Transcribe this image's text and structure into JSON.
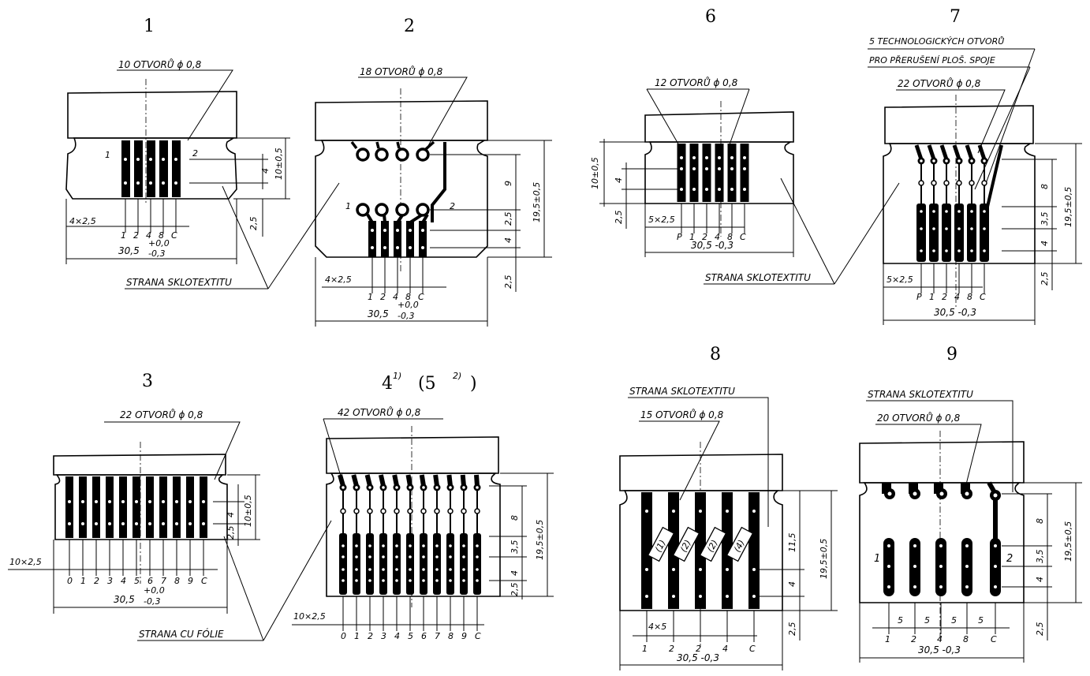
{
  "figures": [
    {
      "id": "1",
      "number": "1",
      "holes_label": "10 OTVORŮ ϕ 0,8",
      "side_label": "STRANA SKLOTEXTITU",
      "pitch_label": "4×2,5",
      "width_label": "30,5",
      "tol_upper": "+0,0",
      "tol_lower": "-0,3",
      "dims": [
        "4",
        "10±0,5",
        "2,5"
      ],
      "pin_labels": [
        "1",
        "2",
        "4",
        "8",
        "C"
      ],
      "marks": [
        "1",
        "2"
      ]
    },
    {
      "id": "2",
      "number": "2",
      "holes_label": "18 OTVORŮ ϕ 0,8",
      "pitch_label": "4×2,5",
      "width_label": "30,5",
      "tol_upper": "+0,0",
      "tol_lower": "-0,3",
      "dims": [
        "9",
        "2,5",
        "4",
        "19,5±0,5",
        "2,5"
      ],
      "pin_labels": [
        "1",
        "2",
        "4",
        "8",
        "C"
      ],
      "marks": [
        "1",
        "2"
      ]
    },
    {
      "id": "3",
      "number": "3",
      "holes_label": "22 OTVORŮ ϕ 0,8",
      "side_label": "STRANA CU FÓLIE",
      "pitch_label": "10×2,5",
      "width_label": "30,5",
      "tol_upper": "+0,0",
      "tol_lower": "-0,3",
      "dims": [
        "4",
        "10±0,5",
        "2,5"
      ],
      "pin_labels": [
        "0",
        "1",
        "2",
        "3",
        "4",
        "5",
        "6",
        "7",
        "8",
        "9",
        "C"
      ]
    },
    {
      "id": "4",
      "number": "4",
      "number_sup": "1)",
      "number_paren": "(5",
      "number_paren_sup": "2)",
      "number_paren_close": ")",
      "holes_label": "42 OTVORŮ ϕ 0,8",
      "pitch_label": "10×2,5",
      "dims": [
        "8",
        "3,5",
        "4",
        "2,5",
        "19,5±0,5"
      ],
      "pin_labels": [
        "0",
        "1",
        "2",
        "3",
        "4",
        "5",
        "6",
        "7",
        "8",
        "9",
        "C"
      ]
    },
    {
      "id": "6",
      "number": "6",
      "holes_label": "12 OTVORŮ ϕ 0,8",
      "side_label": "STRANA SKLOTEXTITU",
      "pitch_label": "5×2,5",
      "width_label": "30,5 -0,3",
      "dims": [
        "10±0,5",
        "4",
        "2,5"
      ],
      "pin_labels": [
        "P",
        "1",
        "2",
        "4",
        "8",
        "C"
      ]
    },
    {
      "id": "7",
      "number": "7",
      "tech_label_1": "5 TECHNOLOGICKÝCH OTVORŮ",
      "tech_label_2": "PRO PŘERUŠENÍ PLOŠ. SPOJE",
      "holes_label": "22 OTVORŮ ϕ 0,8",
      "pitch_label": "5×2,5",
      "width_label": "30,5 -0,3",
      "dims": [
        "8",
        "3,5",
        "4",
        "19,5±0,5",
        "2,5"
      ],
      "pin_labels": [
        "P",
        "1",
        "2",
        "4",
        "8",
        "C"
      ]
    },
    {
      "id": "8",
      "number": "8",
      "side_label": "STRANA SKLOTEXTITU",
      "holes_label": "15 OTVORŮ ϕ 0,8",
      "pitch_label": "4×5",
      "width_label": "30,5 -0,3",
      "dims": [
        "11,5",
        "19,5±0,5",
        "4",
        "2,5"
      ],
      "pin_labels": [
        "1",
        "2",
        "2",
        "4",
        "C"
      ],
      "diodes": [
        "(1)",
        "(2)",
        "(2)",
        "(4)"
      ]
    },
    {
      "id": "9",
      "number": "9",
      "side_label": "STRANA SKLOTEXTITU",
      "holes_label": "20 OTVORŮ ϕ 0,8",
      "pitch_values": [
        "5",
        "5",
        "5",
        "5"
      ],
      "width_label": "30,5 -0,3",
      "dims": [
        "8",
        "3,5",
        "4",
        "19,5±0,5",
        "2,5"
      ],
      "pin_labels": [
        "1",
        "2",
        "4",
        "8",
        "C"
      ],
      "marks": [
        "1",
        "2"
      ]
    }
  ]
}
